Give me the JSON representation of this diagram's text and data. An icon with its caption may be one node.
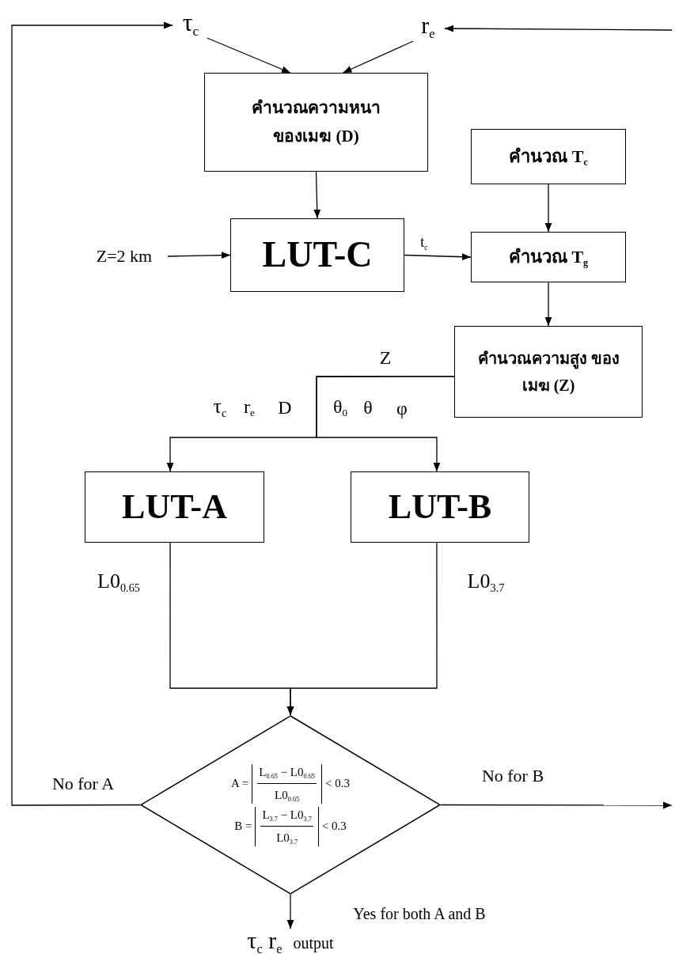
{
  "diagram": {
    "nodes": [
      {
        "text": [
          "τ$_{c}$"
        ]
      },
      {
        "text": [
          "r$_{e}$"
        ]
      },
      {
        "text": [
          "คำนวณความหนา ของเมฆ (D)"
        ]
      },
      {
        "text": [
          "คำนวณ T$_{c}$"
        ]
      },
      {
        "text": [
          "Z=2 km"
        ]
      },
      {
        "text": [
          "LUT-C"
        ]
      },
      {
        "text": [
          "คำนวณ T$_{g}$"
        ]
      },
      {
        "text": [
          "คำนวณความสูง ของเมฆ (Z)"
        ]
      },
      {
        "text": [
          "LUT-A"
        ]
      },
      {
        "text": [
          "LUT-B"
        ]
      },
      {
        "text": [
          "A =",
          "L$_{0.65}$ − L0$_{0.65}$",
          "L0$_{0.65}$",
          "< 0.3",
          "B =",
          "L$_{3.7}$ − L0$_{3.7}$",
          "L0$_{3.7}$",
          "< 0.3"
        ]
      },
      {
        "text": [
          "τ$_{c}$ r$_{e}$",
          "output"
        ]
      }
    ],
    "edges": [
      {
        "from": 0,
        "to": 2,
        "arrow": "to"
      },
      {
        "from": 1,
        "to": 2,
        "arrow": "to"
      },
      {
        "from": 2,
        "to": 5,
        "arrow": "to"
      },
      {
        "from": 4,
        "to": 5,
        "arrow": "to"
      },
      {
        "from": 5,
        "to": 6,
        "arrow": "to",
        "label": "t$_{c}$"
      },
      {
        "from": 3,
        "to": 6,
        "arrow": "to"
      },
      {
        "from": 6,
        "to": 7,
        "arrow": "to"
      },
      {
        "from": 7,
        "to": 8,
        "arrow": "to",
        "label": "Z"
      },
      {
        "from": 7,
        "to": 9,
        "arrow": "to"
      },
      {
        "from": 8,
        "to": 10,
        "arrow": "to",
        "label": "L0$_{0.65}$"
      },
      {
        "from": 9,
        "to": 10,
        "arrow": "to",
        "label": "L0$_{3.7}$"
      },
      {
        "from": 10,
        "to": 0,
        "arrow": "to",
        "label": "No for A"
      },
      {
        "from": 10,
        "to": null,
        "arrow": "to",
        "label": "No for B"
      },
      {
        "from": null,
        "to": 1,
        "arrow": "to"
      },
      {
        "from": 10,
        "to": 11,
        "arrow": "to",
        "label": "Yes for both A and B"
      }
    ],
    "labels": [
      "τ$_{c}$",
      "r$_{e}$",
      "D",
      "θ$_{0}$",
      "θ",
      "φ"
    ]
  }
}
